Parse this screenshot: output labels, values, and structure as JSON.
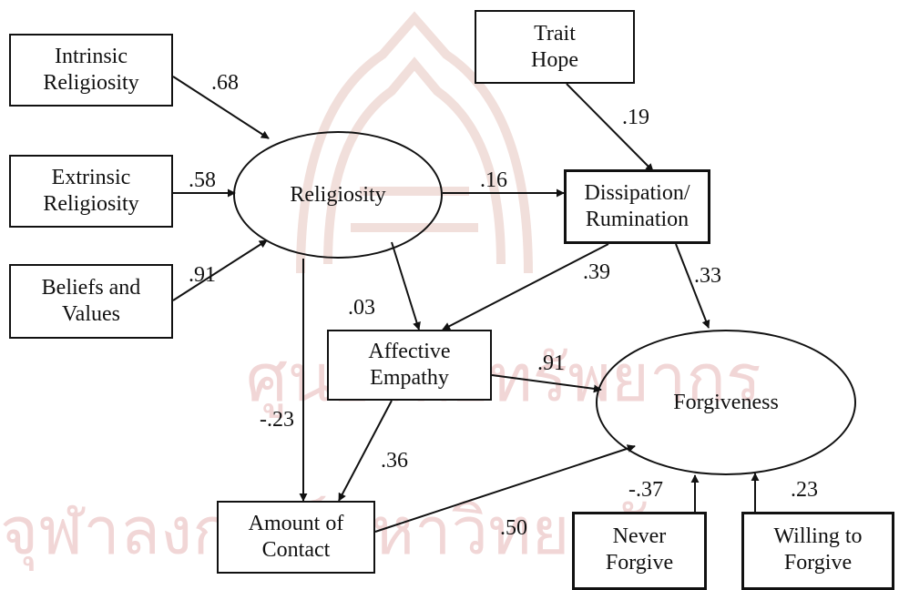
{
  "watermark": {
    "line1": "ศูนย์วิทยทรัพยากร",
    "line2": "จุฬาลงกรณ์มหาวิทยาลัย",
    "color": "#f1d6d6",
    "seal_color": "#ecd2cc"
  },
  "nodes": {
    "intrinsic": [
      "Intrinsic",
      "Religiosity"
    ],
    "extrinsic": [
      "Extrinsic",
      "Religiosity"
    ],
    "beliefs": [
      "Beliefs and",
      "Values"
    ],
    "religiosity": "Religiosity",
    "trait_hope": [
      "Trait",
      "Hope"
    ],
    "dissipation": [
      "Dissipation/",
      "Rumination"
    ],
    "affective": [
      "Affective",
      "Empathy"
    ],
    "forgiveness": "Forgiveness",
    "contact": [
      "Amount of",
      "Contact"
    ],
    "never": [
      "Never",
      "Forgive"
    ],
    "willing": [
      "Willing to",
      "Forgive"
    ]
  },
  "coefficients": {
    "intrinsic_religiosity": ".68",
    "extrinsic_religiosity": ".58",
    "beliefs_religiosity": ".91",
    "hope_dissipation": ".19",
    "religiosity_dissipation": ".16",
    "religiosity_affective": ".03",
    "dissipation_affective": ".39",
    "dissipation_forgiveness": ".33",
    "religiosity_contact": "-.23",
    "affective_forgiveness": ".91",
    "affective_contact": ".36",
    "contact_forgiveness": ".50",
    "never_forgiveness": "-.37",
    "willing_forgiveness": ".23"
  }
}
